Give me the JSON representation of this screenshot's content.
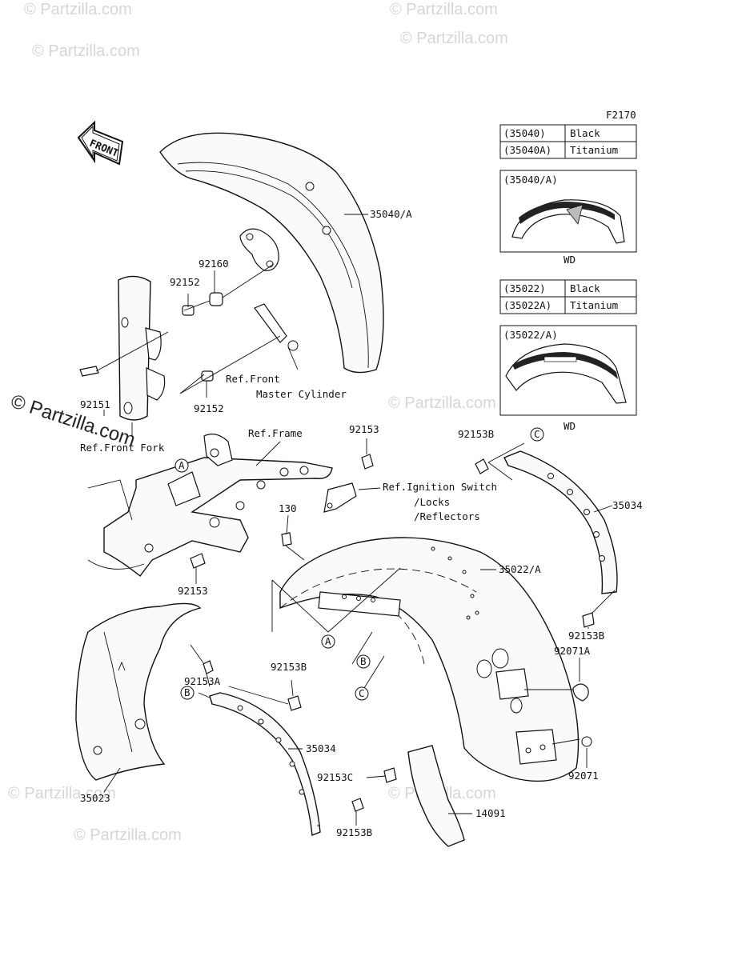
{
  "watermark": {
    "text": "Partzilla.com",
    "text_main": "© Partzilla.com"
  },
  "figure_code": "F2170",
  "front_arrow": "FRONT",
  "tables": [
    {
      "rows": [
        {
          "code": "(35040)",
          "color": "Black"
        },
        {
          "code": "(35040A)",
          "color": "Titanium"
        }
      ]
    },
    {
      "rows": [
        {
          "code": "(35022)",
          "color": "Black"
        },
        {
          "code": "(35022A)",
          "color": "Titanium"
        }
      ]
    }
  ],
  "insets": [
    {
      "title": "(35040/A)",
      "caption": "WD"
    },
    {
      "title": "(35022/A)",
      "caption": "WD"
    }
  ],
  "part_labels": {
    "p35040A": "35040/A",
    "p92160": "92160",
    "p92152_top": "92152",
    "p92152_bot": "92152",
    "p92151": "92151",
    "ref_front_master_1": "Ref.Front",
    "ref_front_master_2": "Master Cylinder",
    "ref_front_fork": "Ref.Front Fork",
    "ref_frame": "Ref.Frame",
    "p92153_top": "92153",
    "p92153_mid": "92153",
    "ref_ignition_1": "Ref.Ignition Switch",
    "ref_ignition_2": "/Locks",
    "ref_ignition_3": "/Reflectors",
    "p130": "130",
    "p35022A": "35022/A",
    "p92153B_tr": "92153B",
    "p35034_r": "35034",
    "p92153B_r": "92153B",
    "p92071A": "92071A",
    "p92071": "92071",
    "p92153A": "92153A",
    "p92153B_m": "92153B",
    "p35034_l": "35034",
    "p92153C": "92153C",
    "p14091": "14091",
    "p92153B_b": "92153B",
    "p35023": "35023"
  },
  "callouts": {
    "a": "A",
    "b": "B",
    "c": "C"
  }
}
